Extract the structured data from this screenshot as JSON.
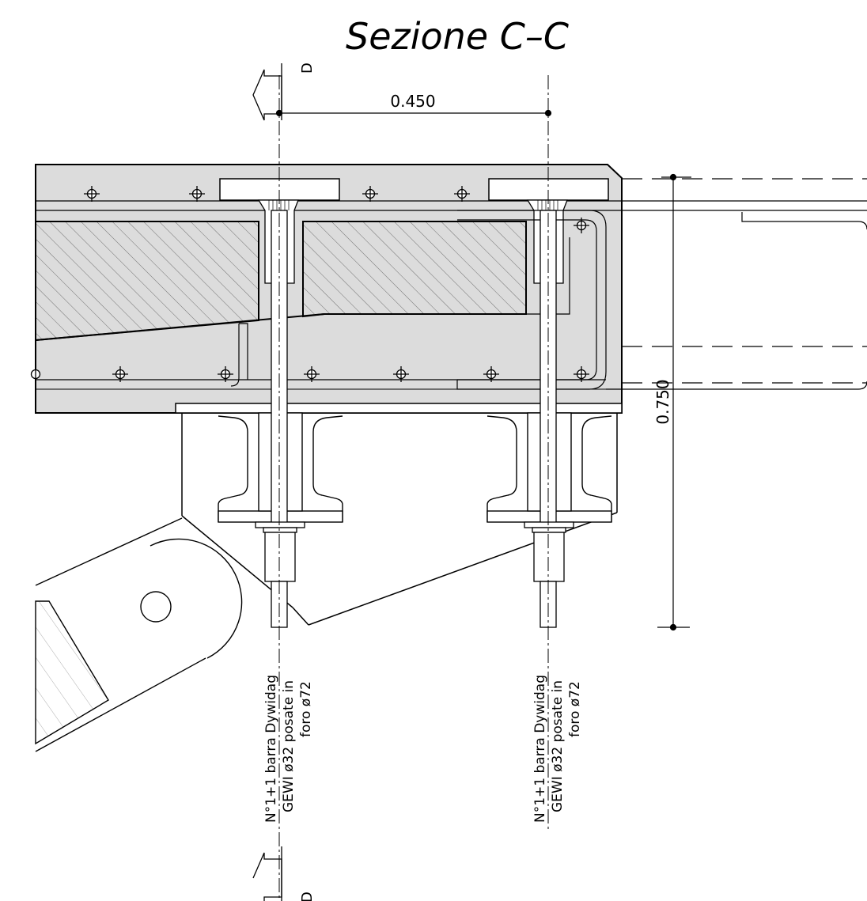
{
  "title": "Sezione C–C",
  "dimensions": {
    "horizontal": "0.450",
    "vertical": "0.750"
  },
  "section_markers": {
    "top": "D",
    "bottom": "D"
  },
  "bar_notes": [
    {
      "line1": "N°1+1 barra Dywidag",
      "line2": "GEWI ø32 posate in",
      "line3": "foro ø72"
    },
    {
      "line1": "N°1+1 barra Dywidag",
      "line2": "GEWI ø32 posate in",
      "line3": "foro ø72"
    }
  ],
  "colors": {
    "concrete_fill": "#dcdcdc",
    "line": "#000000"
  }
}
